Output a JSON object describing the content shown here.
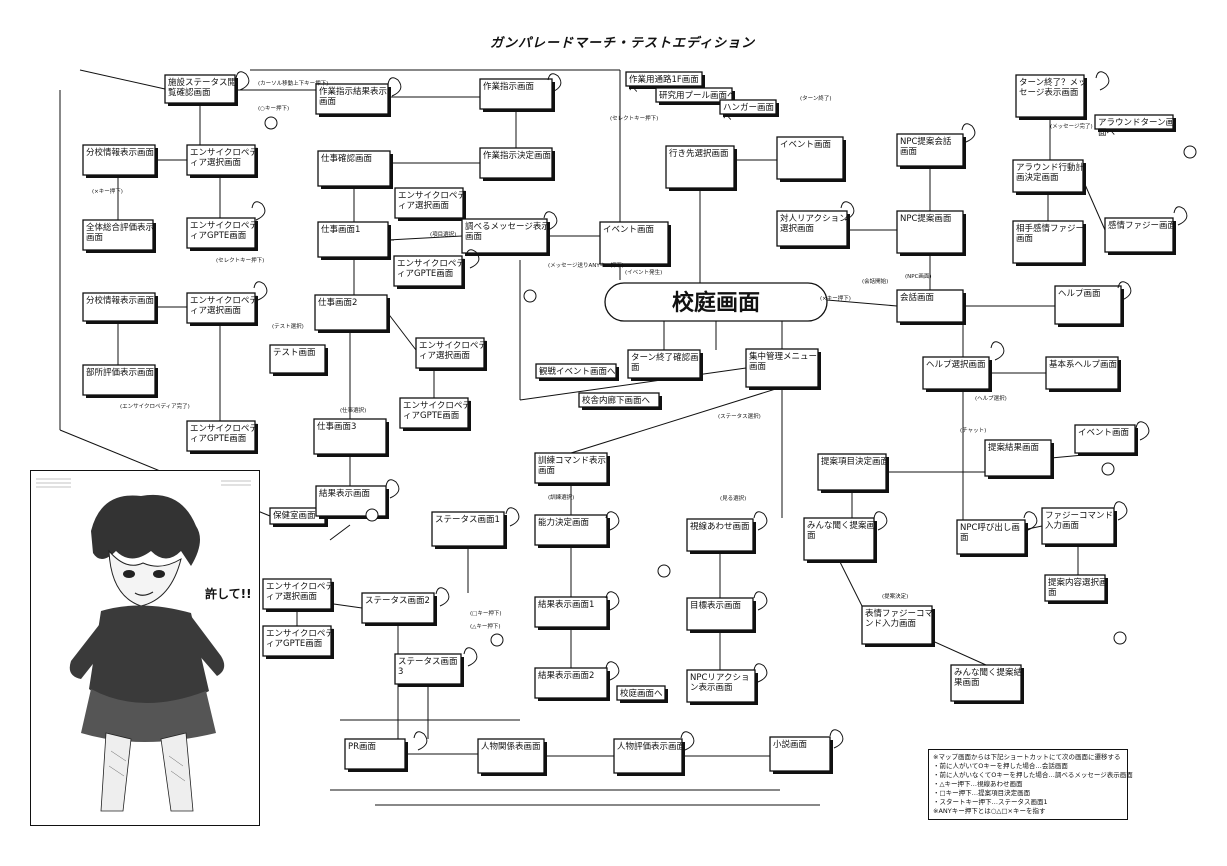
{
  "title": "ガンパレードマーチ・テストエディション",
  "illustration": {
    "speech": "許して!!"
  },
  "legend": [
    "※マップ画面からは下記ショートカットにて次の画面に遷移する",
    "・前に人がいてOキーを押した場合…会話画面",
    "・前に人がいなくてOキーを押した場合…調べるメッセージ表示画面",
    "・△キー押下…視線あわせ画面",
    "・□キー押下…提案項目決定画面",
    "・スタートキー押下…ステータス画面1",
    "※ANYキー押下とは○△□×キーを指す"
  ],
  "nodes": [
    {
      "id": "school",
      "label": "校庭画面"
    },
    {
      "id": "shisetsu",
      "label": "施設ステータス閲覧確認画面"
    },
    {
      "id": "sakushi_kekka",
      "label": "作業指示結果表示画面"
    },
    {
      "id": "sakushi",
      "label": "作業指示画面"
    },
    {
      "id": "sakushi_kettei",
      "label": "作業指示決定画面"
    },
    {
      "id": "bunko",
      "label": "分校情報表示画面"
    },
    {
      "id": "ency1",
      "label": "エンサイクロペディア選択画面"
    },
    {
      "id": "zentai",
      "label": "全体総合評価表示画面"
    },
    {
      "id": "gpte1",
      "label": "エンサイクロペディアGPTE画面"
    },
    {
      "id": "shigoto_kakunin",
      "label": "仕事確認画面"
    },
    {
      "id": "ency2",
      "label": "エンサイクロペディア選択画面"
    },
    {
      "id": "shigoto1",
      "label": "仕事画面1"
    },
    {
      "id": "gpte2",
      "label": "エンサイクロペディアGPTE画面"
    },
    {
      "id": "shiraberu",
      "label": "調べるメッセージ表示画面"
    },
    {
      "id": "event1",
      "label": "イベント画面"
    },
    {
      "id": "bunkyou",
      "label": "分校情報表示画面"
    },
    {
      "id": "ency3",
      "label": "エンサイクロペディア選択画面"
    },
    {
      "id": "busho",
      "label": "部所評価表示画面"
    },
    {
      "id": "gpte3",
      "label": "エンサイクロペディアGPTE画面"
    },
    {
      "id": "shigoto2",
      "label": "仕事画面2"
    },
    {
      "id": "test",
      "label": "テスト画面"
    },
    {
      "id": "ency4",
      "label": "エンサイクロペディア選択画面"
    },
    {
      "id": "gpte4",
      "label": "エンサイクロペディアGPTE画面"
    },
    {
      "id": "shigoto3",
      "label": "仕事画面3"
    },
    {
      "id": "hokenshitsu",
      "label": "保健室画面へ"
    },
    {
      "id": "kekka_hyouji",
      "label": "結果表示画面"
    },
    {
      "id": "sagyou_1f",
      "label": "作業用通路1F画面へ"
    },
    {
      "id": "kenkyu_pool",
      "label": "研究用プール画面へ"
    },
    {
      "id": "hangar",
      "label": "ハンガー画面へ"
    },
    {
      "id": "ikisaki",
      "label": "行き先選択画面"
    },
    {
      "id": "turn_owari",
      "label": "ターン終了確認画面"
    },
    {
      "id": "kansen",
      "label": "観戦イベント画面へ"
    },
    {
      "id": "koushanai",
      "label": "校舎内廊下画面へ"
    },
    {
      "id": "shuchu",
      "label": "集中管理メニュー画面"
    },
    {
      "id": "taijin",
      "label": "対人リアクション選択画面"
    },
    {
      "id": "event2",
      "label": "イベント画面"
    },
    {
      "id": "npc_teian",
      "label": "NPC提案会話画面"
    },
    {
      "id": "npc_teian2",
      "label": "NPC提案画面"
    },
    {
      "id": "turn_owari2",
      "label": "ターン終了？メッセージ表示画面"
    },
    {
      "id": "around_turn",
      "label": "アラウンドターン画面へ"
    },
    {
      "id": "around_koudou",
      "label": "アラウンド行動計画決定画面"
    },
    {
      "id": "aite",
      "label": "相手感情ファジー画面"
    },
    {
      "id": "kanjo",
      "label": "感情ファジー画面"
    },
    {
      "id": "kaiwa",
      "label": "会話画面"
    },
    {
      "id": "help",
      "label": "ヘルプ画面"
    },
    {
      "id": "help_sentaku",
      "label": "ヘルプ選択画面"
    },
    {
      "id": "kikaku_help",
      "label": "基本系ヘルプ画面"
    },
    {
      "id": "kunren",
      "label": "訓練コマンド表示画面"
    },
    {
      "id": "nouryoku",
      "label": "能力決定画面"
    },
    {
      "id": "kekka1",
      "label": "結果表示画面1"
    },
    {
      "id": "kekka2",
      "label": "結果表示画面2"
    },
    {
      "id": "koutei_he",
      "label": "校庭画面へ"
    },
    {
      "id": "status1",
      "label": "ステータス画面1"
    },
    {
      "id": "status2",
      "label": "ステータス画面2"
    },
    {
      "id": "status3",
      "label": "ステータス画面3"
    },
    {
      "id": "ency5",
      "label": "エンサイクロペディア選択画面"
    },
    {
      "id": "gpte5",
      "label": "エンサイクロペディアGPTE画面"
    },
    {
      "id": "pr",
      "label": "PR画面"
    },
    {
      "id": "jinbutsu",
      "label": "人物関係表画面"
    },
    {
      "id": "jinbutsu_hyouka",
      "label": "人物評価表示画面"
    },
    {
      "id": "shousetsu",
      "label": "小説画面"
    },
    {
      "id": "shisen",
      "label": "視線あわせ画面"
    },
    {
      "id": "mokuhyou",
      "label": "目標表示画面"
    },
    {
      "id": "npc_reaction",
      "label": "NPCリアクション表示画面"
    },
    {
      "id": "minna_teian",
      "label": "みんな聞く提案画面"
    },
    {
      "id": "hyoujo",
      "label": "表情ファジーコマンド入力画面"
    },
    {
      "id": "teian_koumoku",
      "label": "提案項目決定画面"
    },
    {
      "id": "teian_kekka",
      "label": "提案結果画面"
    },
    {
      "id": "event3",
      "label": "イベント画面"
    },
    {
      "id": "npc_yobi",
      "label": "NPC呼び出し画面"
    },
    {
      "id": "fuzzy_cmd",
      "label": "ファジーコマンド入力画面"
    },
    {
      "id": "teian_naiyou",
      "label": "提案内容選択画面"
    },
    {
      "id": "minna_kekka",
      "label": "みんな聞く提案結果画面"
    }
  ],
  "edge_labels": [
    "(カーソル移動上下キー押下)",
    "(○キー押下)",
    "(×キー押下)",
    "(メッセージ送りANYキー押下)",
    "(セレクトキー押下)",
    "(項目選択)",
    "(エンサイクロペディア完了)",
    "(△キー押下)",
    "(□キー押下)",
    "(仕事選択)",
    "(テスト選択)",
    "(メッセージ完了)",
    "(イベント発生)",
    "(NPC画面)",
    "(会話開始)",
    "(ヘルプ選択)",
    "(ステータス選択)",
    "(訓練選択)",
    "(見る選択)",
    "(チャット)",
    "(提案決定)",
    "(ターン終了)"
  ]
}
